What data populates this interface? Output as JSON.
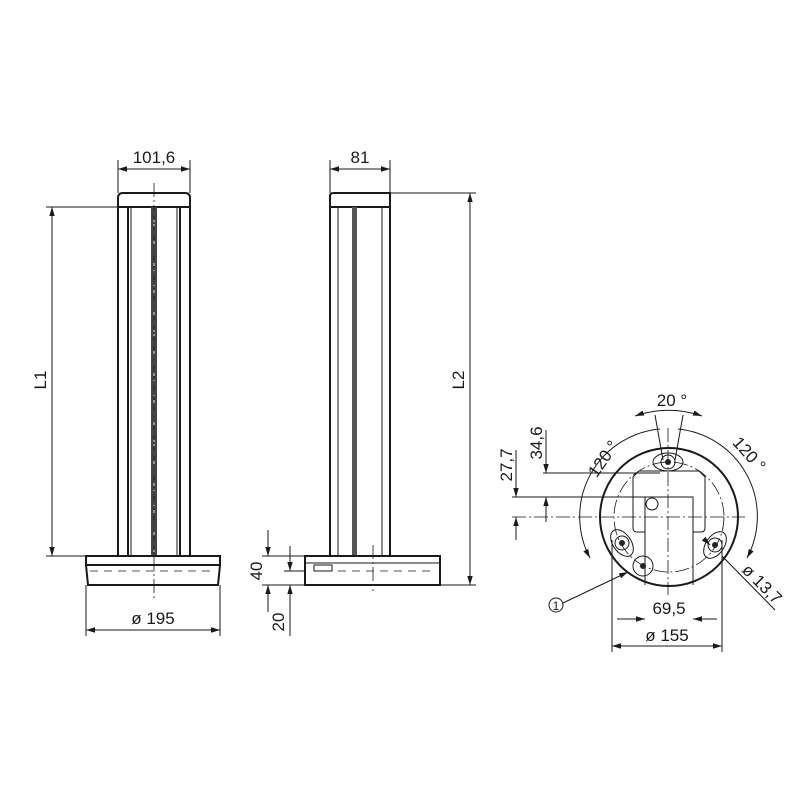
{
  "dimensions": {
    "front_width": "101,6",
    "side_width": "81",
    "front_length": "L1",
    "side_length": "L2",
    "base_diameter": "ø 195",
    "base_height": "40",
    "base_plate": "20",
    "angle_top": "20 °",
    "angle_left": "120 °",
    "angle_right": "120 °",
    "offset_1": "34,6",
    "offset_2": "27,7",
    "slot_width": "69,5",
    "hole_circle": "ø 155",
    "hole_diameter": "ø 13,7",
    "callout": "1"
  }
}
